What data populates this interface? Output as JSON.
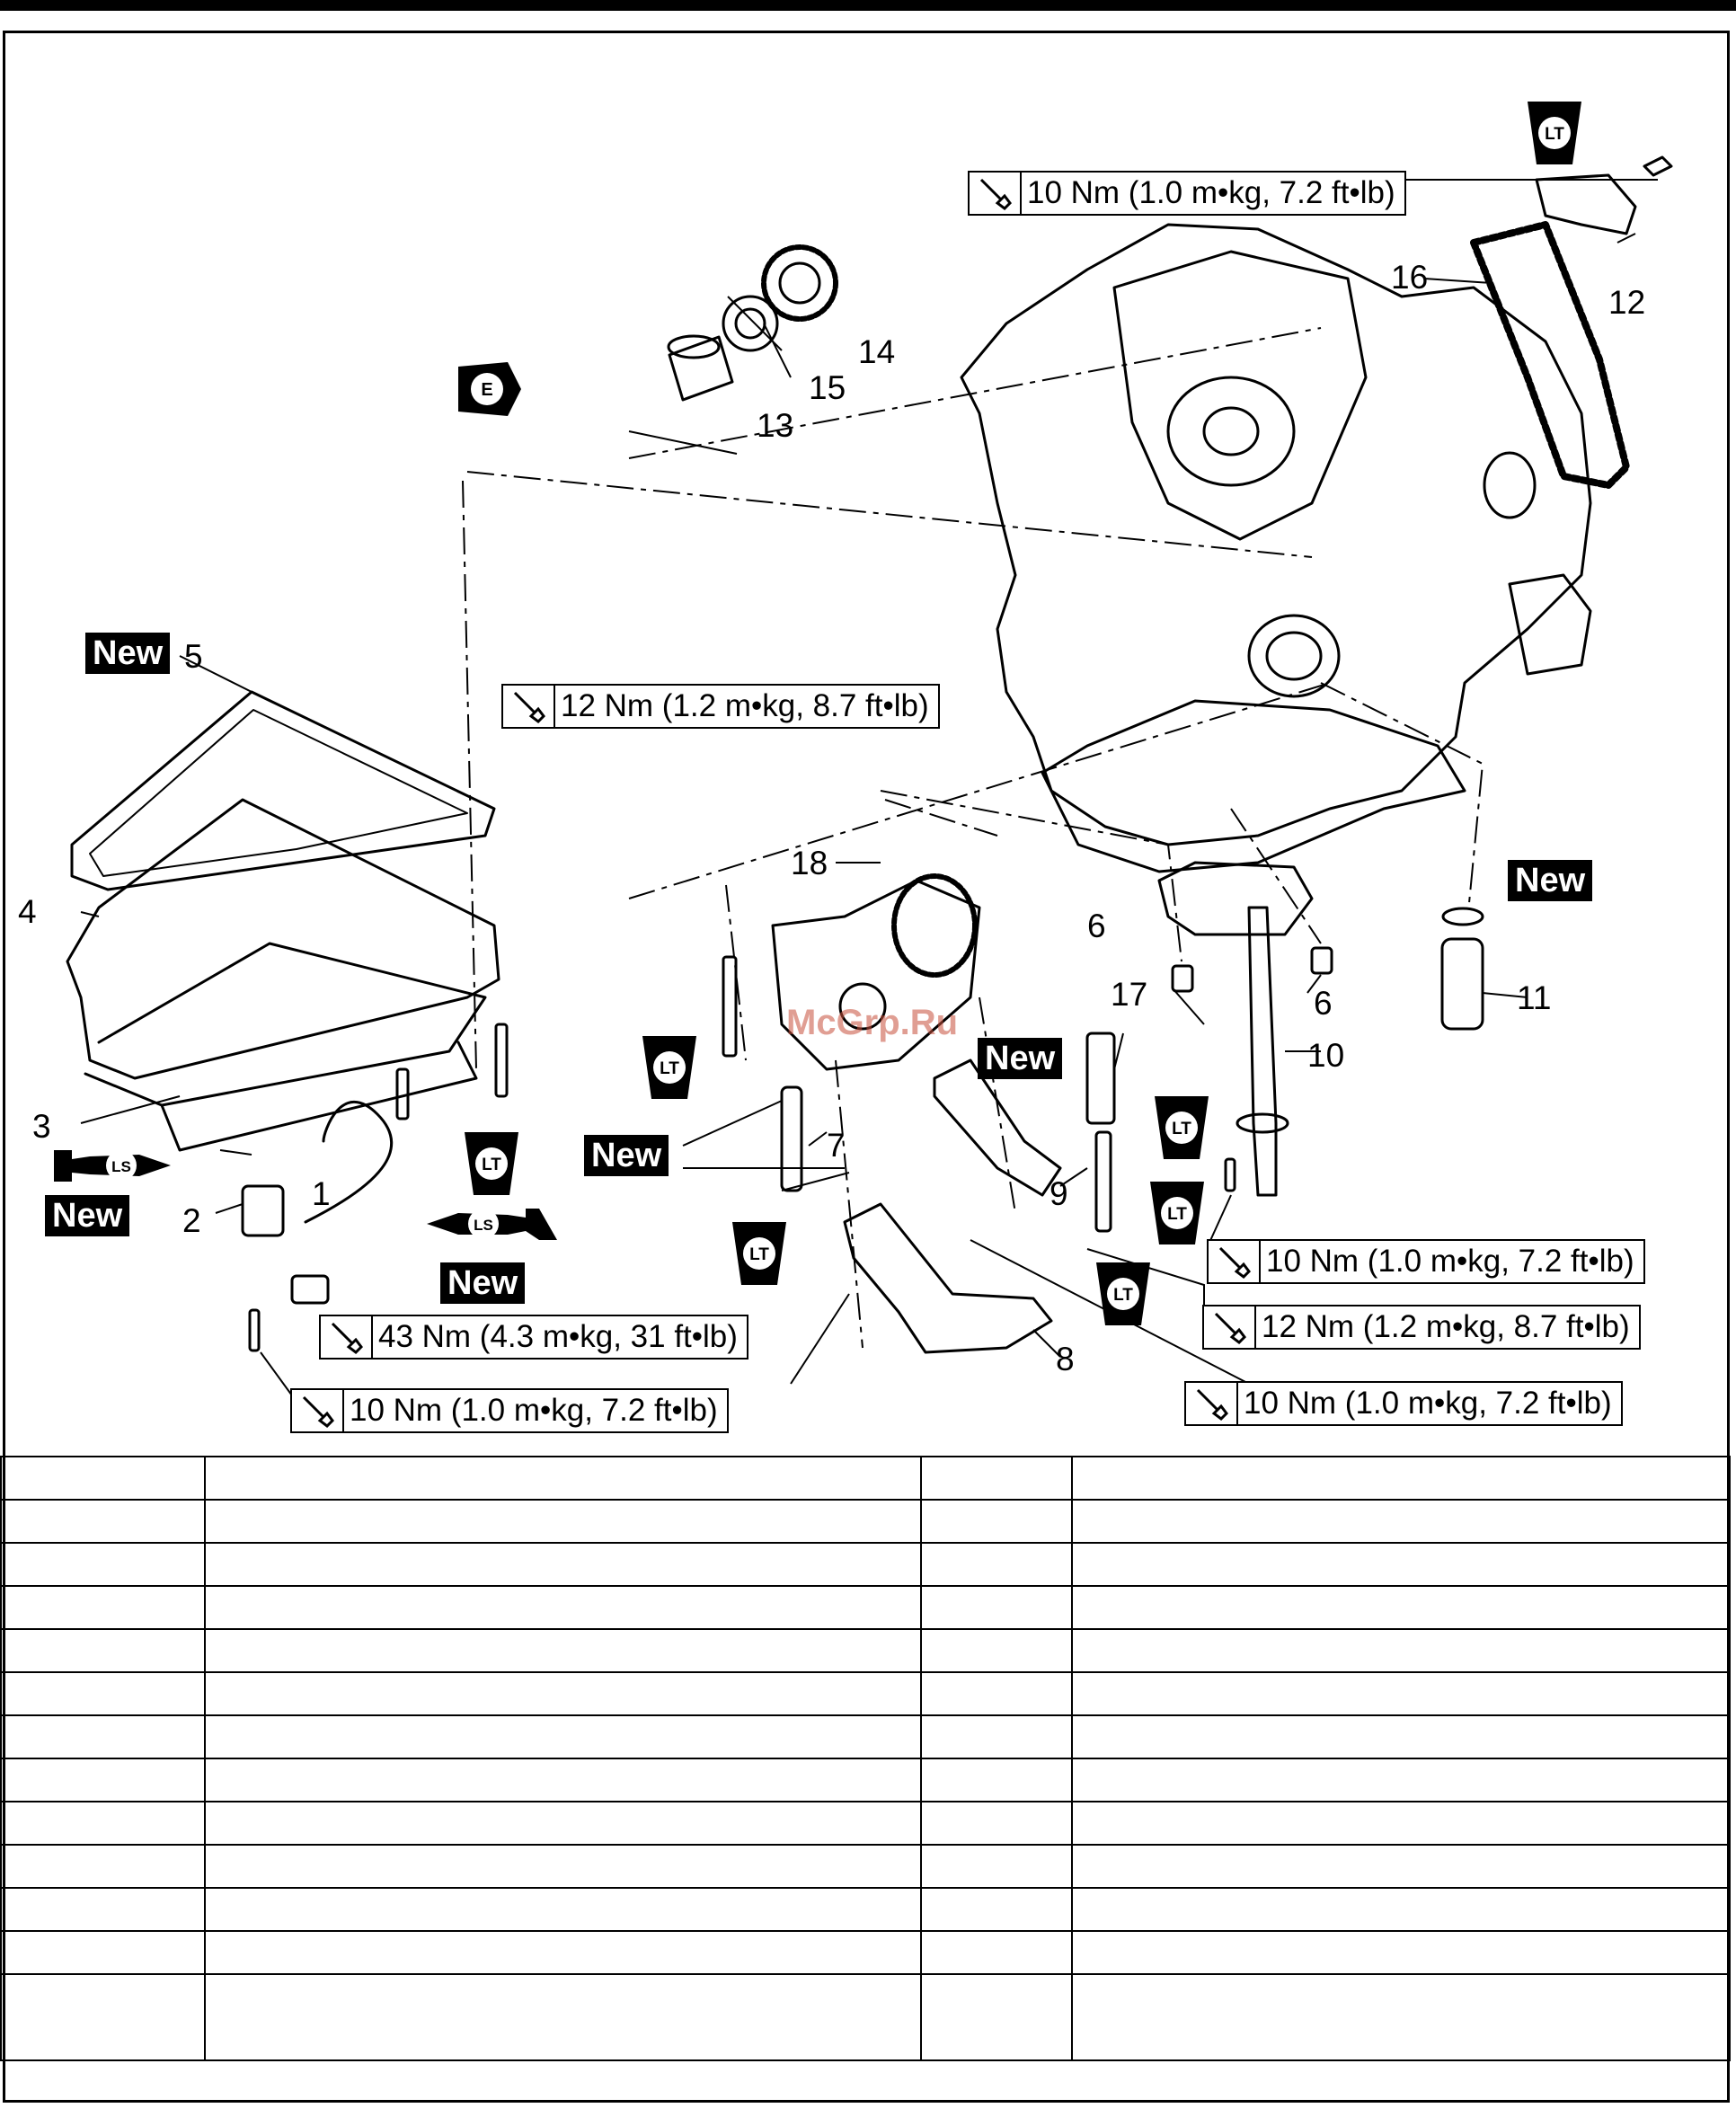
{
  "watermark": "McGrp.Ru",
  "torque_specs": [
    {
      "id": "t1",
      "text": "10 Nm (1.0 m•kg, 7.2 ft•lb)"
    },
    {
      "id": "t2",
      "text": "12 Nm (1.2 m•kg, 8.7 ft•lb)"
    },
    {
      "id": "t3",
      "text": "10 Nm (1.0 m•kg, 7.2 ft•lb)"
    },
    {
      "id": "t4",
      "text": "12 Nm (1.2 m•kg, 8.7 ft•lb)"
    },
    {
      "id": "t5",
      "text": "43 Nm (4.3 m•kg, 31 ft•lb)"
    },
    {
      "id": "t6",
      "text": "10 Nm (1.0 m•kg, 7.2 ft•lb)"
    },
    {
      "id": "t7",
      "text": "10 Nm (1.0 m•kg, 7.2 ft•lb)"
    }
  ],
  "new_label": "New",
  "badges": {
    "lt": "LT",
    "ls": "LS",
    "e": "E"
  },
  "callouts": [
    "1",
    "2",
    "3",
    "4",
    "5",
    "6",
    "6",
    "7",
    "8",
    "9",
    "10",
    "11",
    "12",
    "13",
    "14",
    "15",
    "16",
    "17",
    "18"
  ],
  "table_rows": 13
}
